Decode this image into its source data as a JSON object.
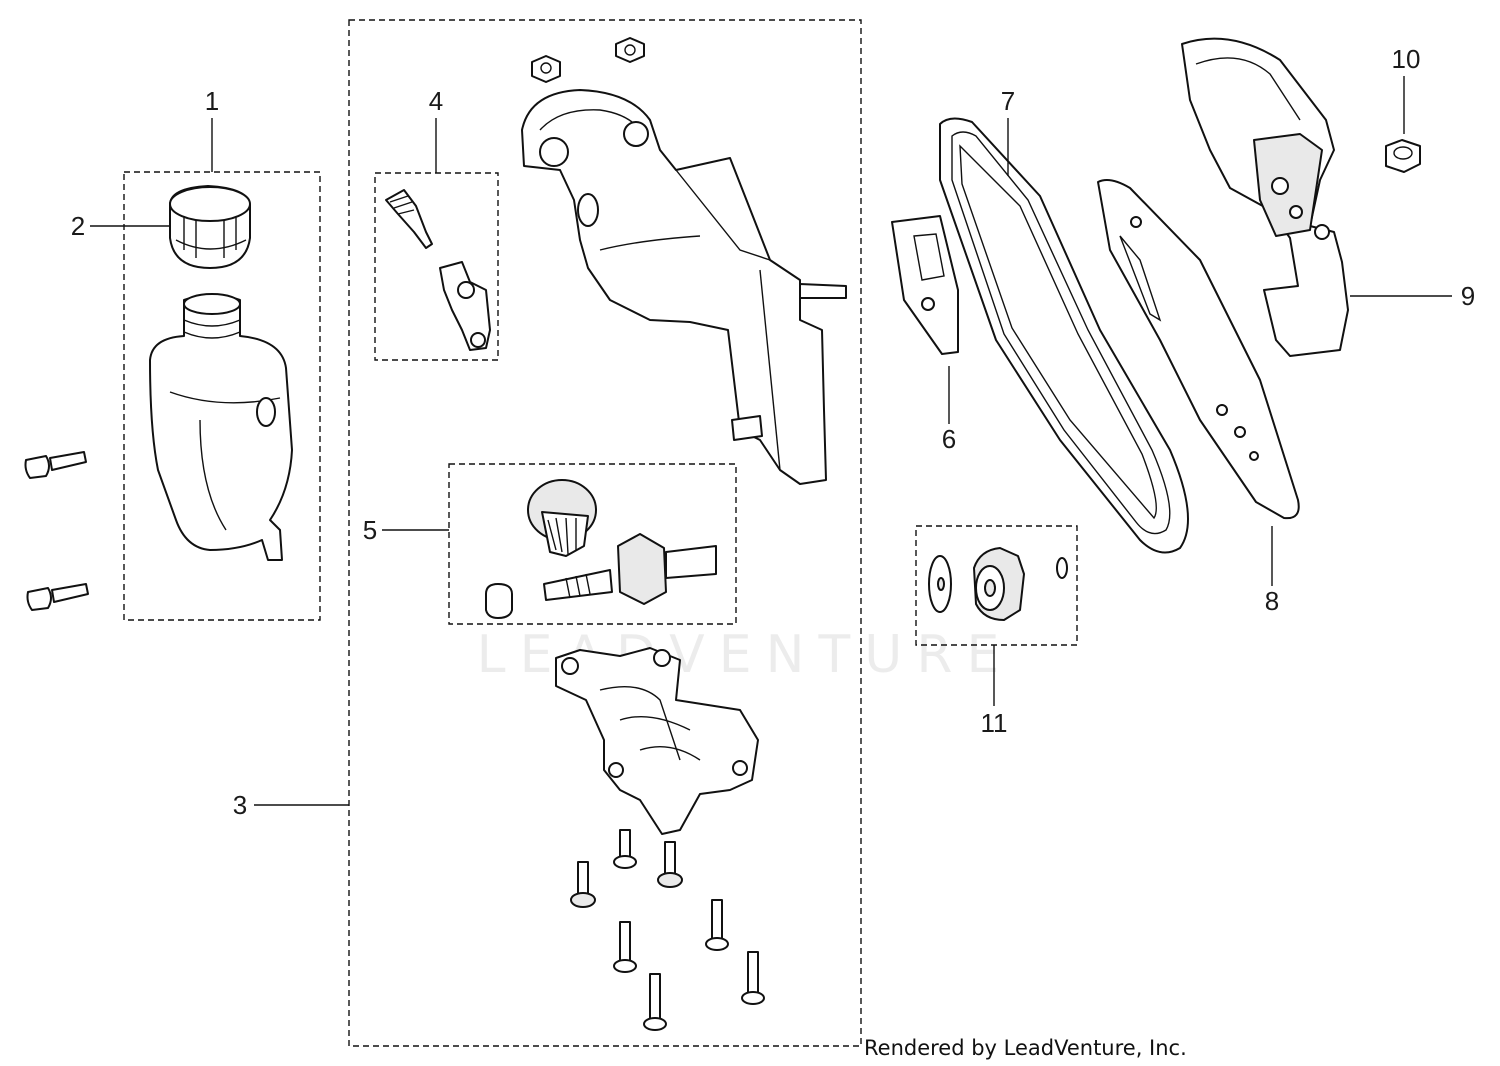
{
  "diagram": {
    "callouts": [
      {
        "id": "1",
        "label": "1"
      },
      {
        "id": "2",
        "label": "2"
      },
      {
        "id": "3",
        "label": "3"
      },
      {
        "id": "4",
        "label": "4"
      },
      {
        "id": "5",
        "label": "5"
      },
      {
        "id": "6",
        "label": "6"
      },
      {
        "id": "7",
        "label": "7"
      },
      {
        "id": "8",
        "label": "8"
      },
      {
        "id": "9",
        "label": "9"
      },
      {
        "id": "10",
        "label": "10"
      },
      {
        "id": "11",
        "label": "11"
      }
    ],
    "watermark": "LEADVENTURE",
    "credit": "Rendered by LeadVenture, Inc."
  }
}
